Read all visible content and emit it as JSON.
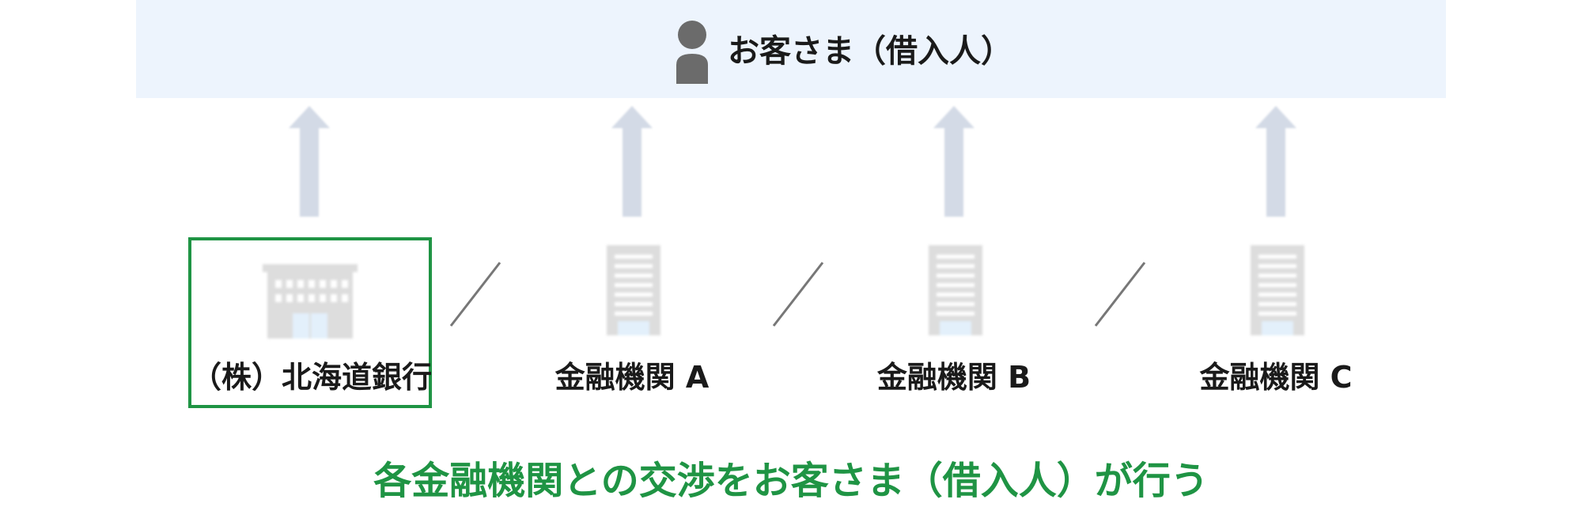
{
  "customer": {
    "label": "お客さま（借入人）"
  },
  "banks": [
    {
      "label": "（株）北海道銀行",
      "highlighted": true
    },
    {
      "label": "金融機関 A",
      "highlighted": false
    },
    {
      "label": "金融機関 B",
      "highlighted": false
    },
    {
      "label": "金融機関 C",
      "highlighted": false
    }
  ],
  "footer": {
    "text": "各金融機関との交渉をお客さま（借入人）が行う"
  },
  "colors": {
    "accent": "#1f9444",
    "band": "#edf4fd",
    "arrow": "#d3dae6",
    "building": "#dddddd",
    "window": "#e3f0fb"
  }
}
